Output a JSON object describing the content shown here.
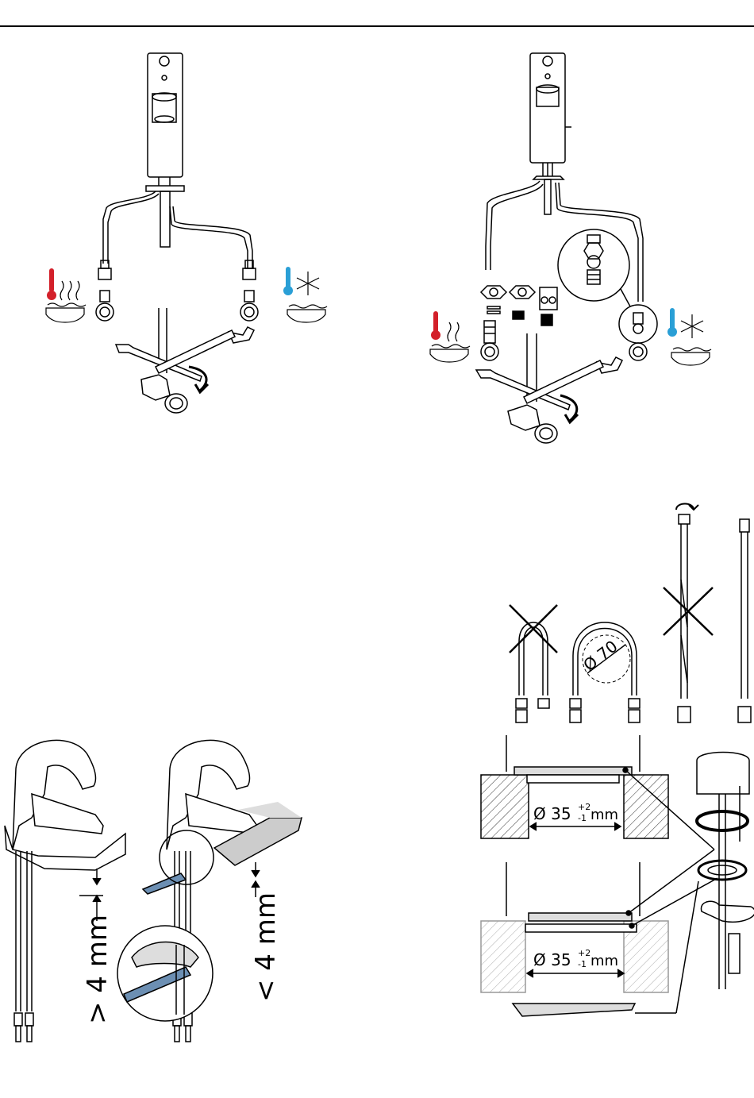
{
  "labels": {
    "diameter_70": "Ø 70",
    "hole_top": "Ø 35",
    "hole_top_tol_plus": "+2",
    "hole_top_tol_minus": "-1",
    "hole_top_unit": "mm",
    "hole_bottom": "Ø 35",
    "hole_bottom_tol_plus": "+2",
    "hole_bottom_tol_minus": "-1",
    "hole_bottom_unit": "mm",
    "gap_left": "> 4 mm",
    "gap_right": "< 4 mm"
  },
  "colors": {
    "hot": "#d3202a",
    "cold": "#2a9fd6",
    "line": "#000000",
    "blue_hose": "#6c8fb3"
  },
  "icons": {
    "hot": "thermometer-hot-icon",
    "cold": "thermometer-cold-snowflake-icon",
    "wrench": "wrench-icon",
    "rotate": "rotate-arrow-icon",
    "not_allowed": "cross-out-icon"
  }
}
